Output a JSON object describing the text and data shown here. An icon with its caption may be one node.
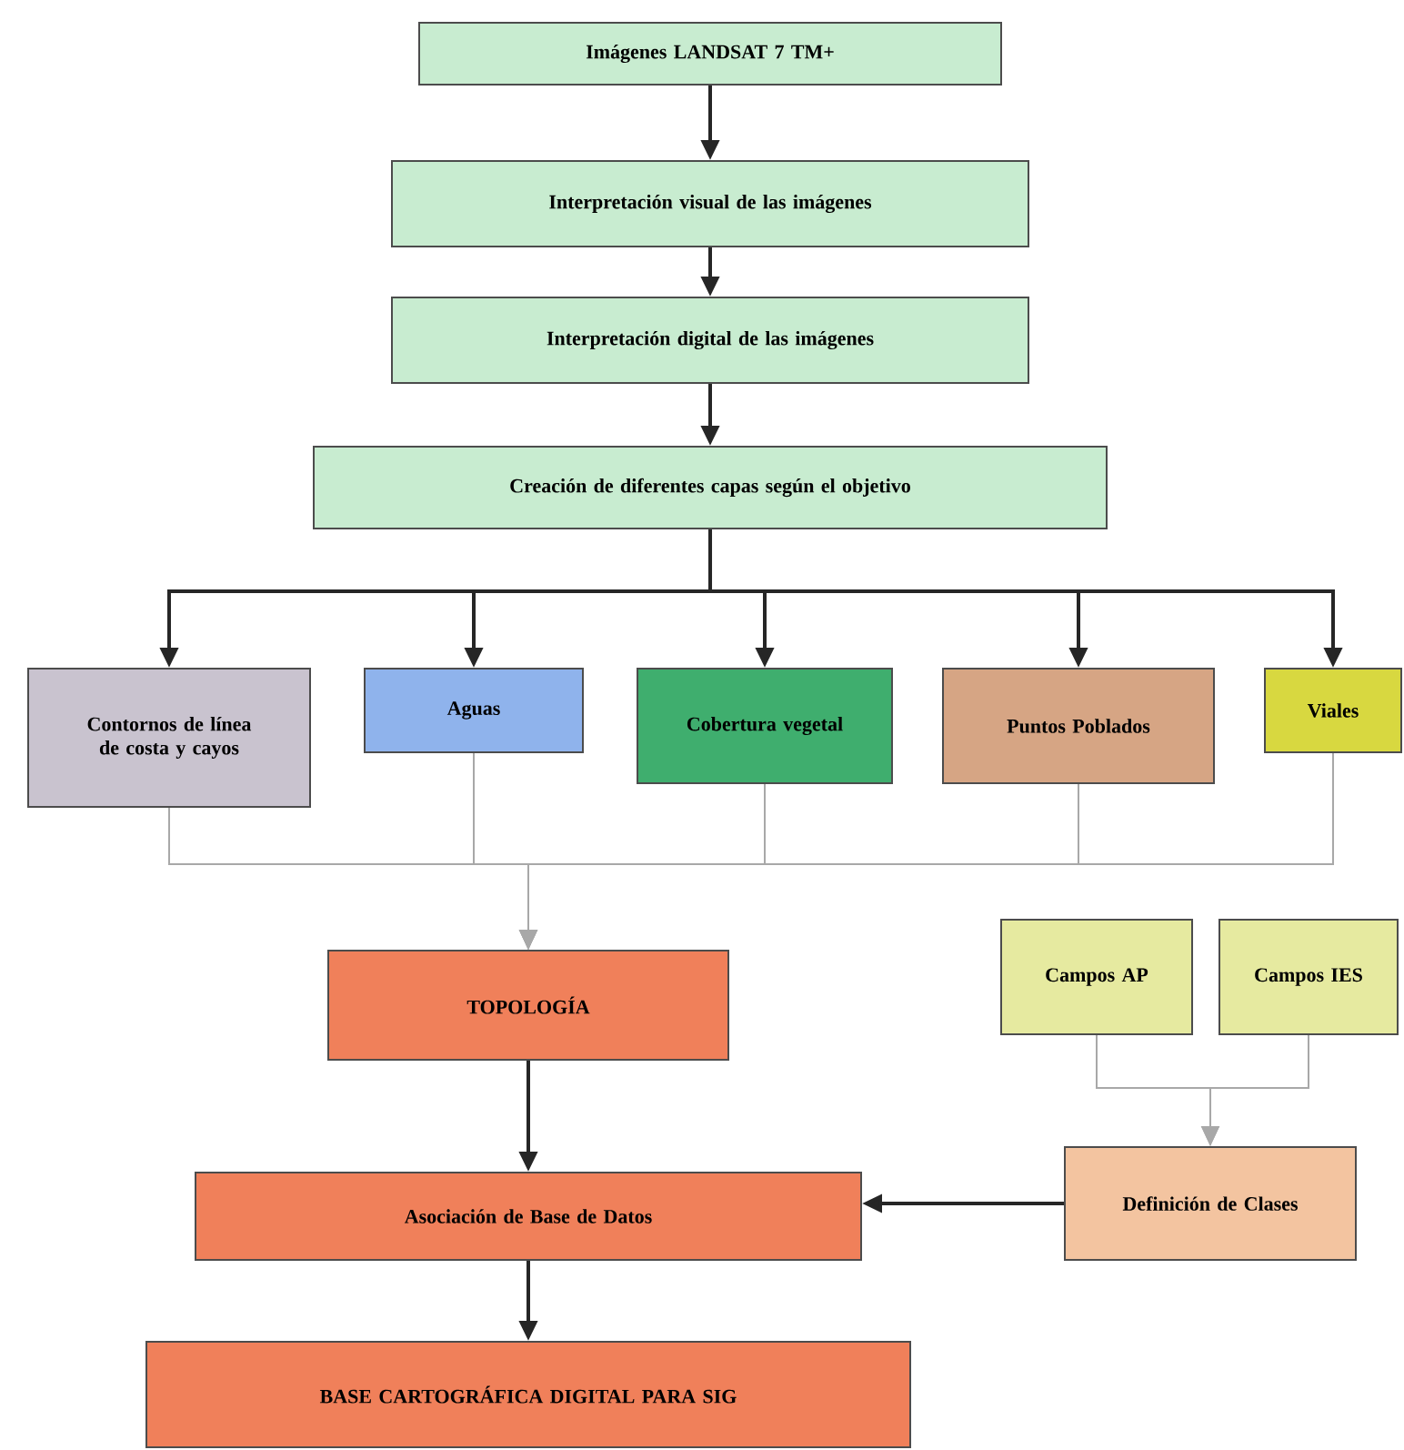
{
  "diagram": {
    "nodes": [
      {
        "text": [
          "Imágenes LANDSAT 7 TM+"
        ]
      },
      {
        "text": [
          "Interpretación visual de las imágenes"
        ]
      },
      {
        "text": [
          "Interpretación digital de las imágenes"
        ]
      },
      {
        "text": [
          "Creación de diferentes capas según el objetivo"
        ]
      },
      {
        "text": [
          "Contornos de línea de costa y cayos"
        ]
      },
      {
        "text": [
          "Aguas"
        ]
      },
      {
        "text": [
          "Cobertura vegetal"
        ]
      },
      {
        "text": [
          "Puntos Poblados"
        ]
      },
      {
        "text": [
          "Viales"
        ]
      },
      {
        "text": [
          "TOPOLOGÍA"
        ]
      },
      {
        "text": [
          "Campos AP"
        ]
      },
      {
        "text": [
          "Campos IES"
        ]
      },
      {
        "text": [
          "Definición de Clases"
        ]
      },
      {
        "text": [
          "Asociación de Base de Datos"
        ]
      },
      {
        "text": [
          "BASE CARTOGRÁFICA DIGITAL PARA SIG"
        ]
      }
    ],
    "edges": [
      {
        "from": 0,
        "to": 1,
        "arrow": "to"
      },
      {
        "from": 1,
        "to": 2,
        "arrow": "to"
      },
      {
        "from": 2,
        "to": 3,
        "arrow": "to"
      },
      {
        "from": 3,
        "to": 4,
        "arrow": "to"
      },
      {
        "from": 3,
        "to": 5,
        "arrow": "to"
      },
      {
        "from": 3,
        "to": 6,
        "arrow": "to"
      },
      {
        "from": 3,
        "to": 7,
        "arrow": "to"
      },
      {
        "from": 3,
        "to": 8,
        "arrow": "to"
      },
      {
        "from": 4,
        "to": 9,
        "arrow": "to",
        "color": "#a8a8a8"
      },
      {
        "from": 5,
        "to": 9,
        "arrow": "to",
        "color": "#a8a8a8"
      },
      {
        "from": 6,
        "to": 9,
        "arrow": "to",
        "color": "#a8a8a8"
      },
      {
        "from": 7,
        "to": 9,
        "arrow": "to",
        "color": "#a8a8a8"
      },
      {
        "from": 8,
        "to": 9,
        "arrow": "to",
        "color": "#a8a8a8"
      },
      {
        "from": 9,
        "to": 13,
        "arrow": "to"
      },
      {
        "from": 10,
        "to": 12,
        "arrow": "to",
        "color": "#a8a8a8"
      },
      {
        "from": 11,
        "to": 12,
        "arrow": "to",
        "color": "#a8a8a8"
      },
      {
        "from": 12,
        "to": 13,
        "arrow": "to"
      },
      {
        "from": 13,
        "to": 14,
        "arrow": "to"
      }
    ]
  }
}
